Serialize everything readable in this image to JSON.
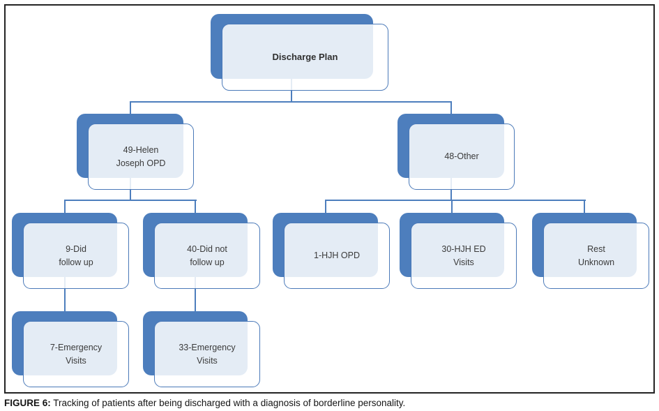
{
  "figure": {
    "caption_label": "FIGURE 6:",
    "caption_text": " Tracking of patients after being discharged with a diagnosis of borderline personality."
  },
  "colors": {
    "accent_blue": "#4d7ebd",
    "node_border": "#4a79b8",
    "overlap_fill": "#e4e9f4",
    "node_text": "#3a3a3a",
    "frame_border": "#232323"
  },
  "diagram": {
    "type": "hierarchy-tree",
    "nodes": {
      "root": {
        "label": "Discharge Plan"
      },
      "helen": {
        "label": "49-Helen\nJoseph OPD"
      },
      "other": {
        "label": "48-Other"
      },
      "did": {
        "label": "9-Did\nfollow up"
      },
      "didnot": {
        "label": "40-Did not\nfollow up"
      },
      "hjhopd": {
        "label": "1-HJH OPD"
      },
      "hjhed": {
        "label": "30-HJH ED\nVisits"
      },
      "rest": {
        "label": "Rest\nUnknown"
      },
      "em7": {
        "label": "7-Emergency\nVisits"
      },
      "em33": {
        "label": "33-Emergency\nVisits"
      }
    },
    "hierarchy": [
      {
        "parent": "Discharge Plan",
        "children": [
          "49-Helen Joseph OPD",
          "48-Other"
        ]
      },
      {
        "parent": "49-Helen Joseph OPD",
        "children": [
          "9-Did follow up",
          "40-Did not follow up"
        ]
      },
      {
        "parent": "48-Other",
        "children": [
          "1-HJH OPD",
          "30-HJH ED Visits",
          "Rest Unknown"
        ]
      },
      {
        "parent": "9-Did follow up",
        "children": [
          "7-Emergency Visits"
        ]
      },
      {
        "parent": "40-Did not follow up",
        "children": [
          "33-Emergency Visits"
        ]
      }
    ]
  }
}
